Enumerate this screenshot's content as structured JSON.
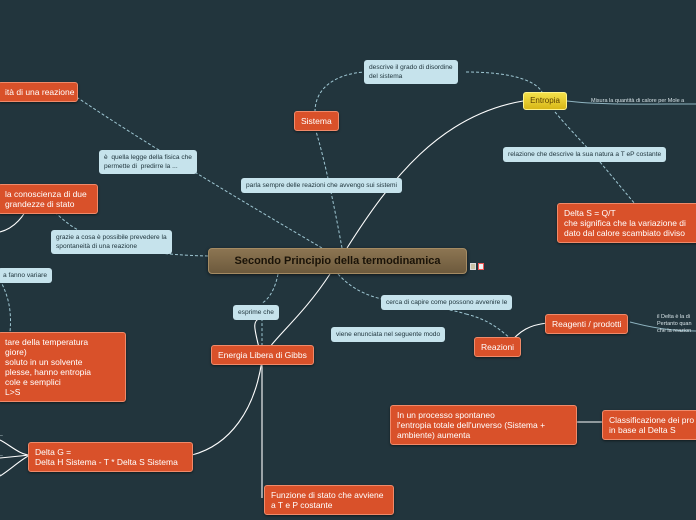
{
  "central": "Secondo Principio della termodinamica",
  "nodes": {
    "entropia": "Entropia",
    "sistema": "Sistema",
    "spontaneita": "ità di una reazione",
    "conoscenza": "la conoscienza di due\ngrandezze di stato",
    "temperatura": "tare della temperatura\ngiore)\nsoluto in un solvente\nplesse, hanno entropia\ncole e semplici\nL>S",
    "energia_libera": "Energia Libera di Gibbs",
    "delta_g": "Delta G =\nDelta H Sistema - T * Delta S Sistema",
    "funzione_stato": "Funzione di stato che avviene\na T e P costante",
    "delta_s": "Delta S = Q/T\nche significa che la variazione di\ndato dal calore scambiato diviso",
    "reagenti": "Reagenti / prodotti",
    "reazioni": "Reazioni",
    "processo_spontaneo": "In un processo spontaneo\nl'entropia totale dell'unverso (Sistema +\nambiente) aumenta",
    "classificazione": "Classificazione dei pro\nin base al Delta S"
  },
  "labels": {
    "grado_disordine": "descrive il grado di disordine\ndel sistema",
    "legge_fisica": "è  quella legge della fisica che\npermette di  predirre la ...",
    "parla_sempre": "parla sempre delle reazioni che avvengo sui sistemi",
    "grazie_a_cosa": "grazie a cosa è possibile prevedere la\nspontaneità di una reazione",
    "fanno_variare": "a fanno variare",
    "relazione": "relazione che descrive la sua natura a T eP costante",
    "esprime_che": "esprime che",
    "cerca_capire": "cerca di capire come possono avvenire le",
    "enunciata": "viene enunciata nel seguente modo"
  },
  "notes": {
    "misura": "Misura la quantità di calore per Mole a",
    "delta_note": "il Delta è la di\nPertanto quan\nche la reazion"
  },
  "colors": {
    "background": "#22353d",
    "orange": "#d9512a",
    "label": "#c6e3ec",
    "central": "#7d6747",
    "yellow": "#e8cc2a",
    "link": "#ffffff",
    "dashed_link": "#9fc7d3"
  }
}
